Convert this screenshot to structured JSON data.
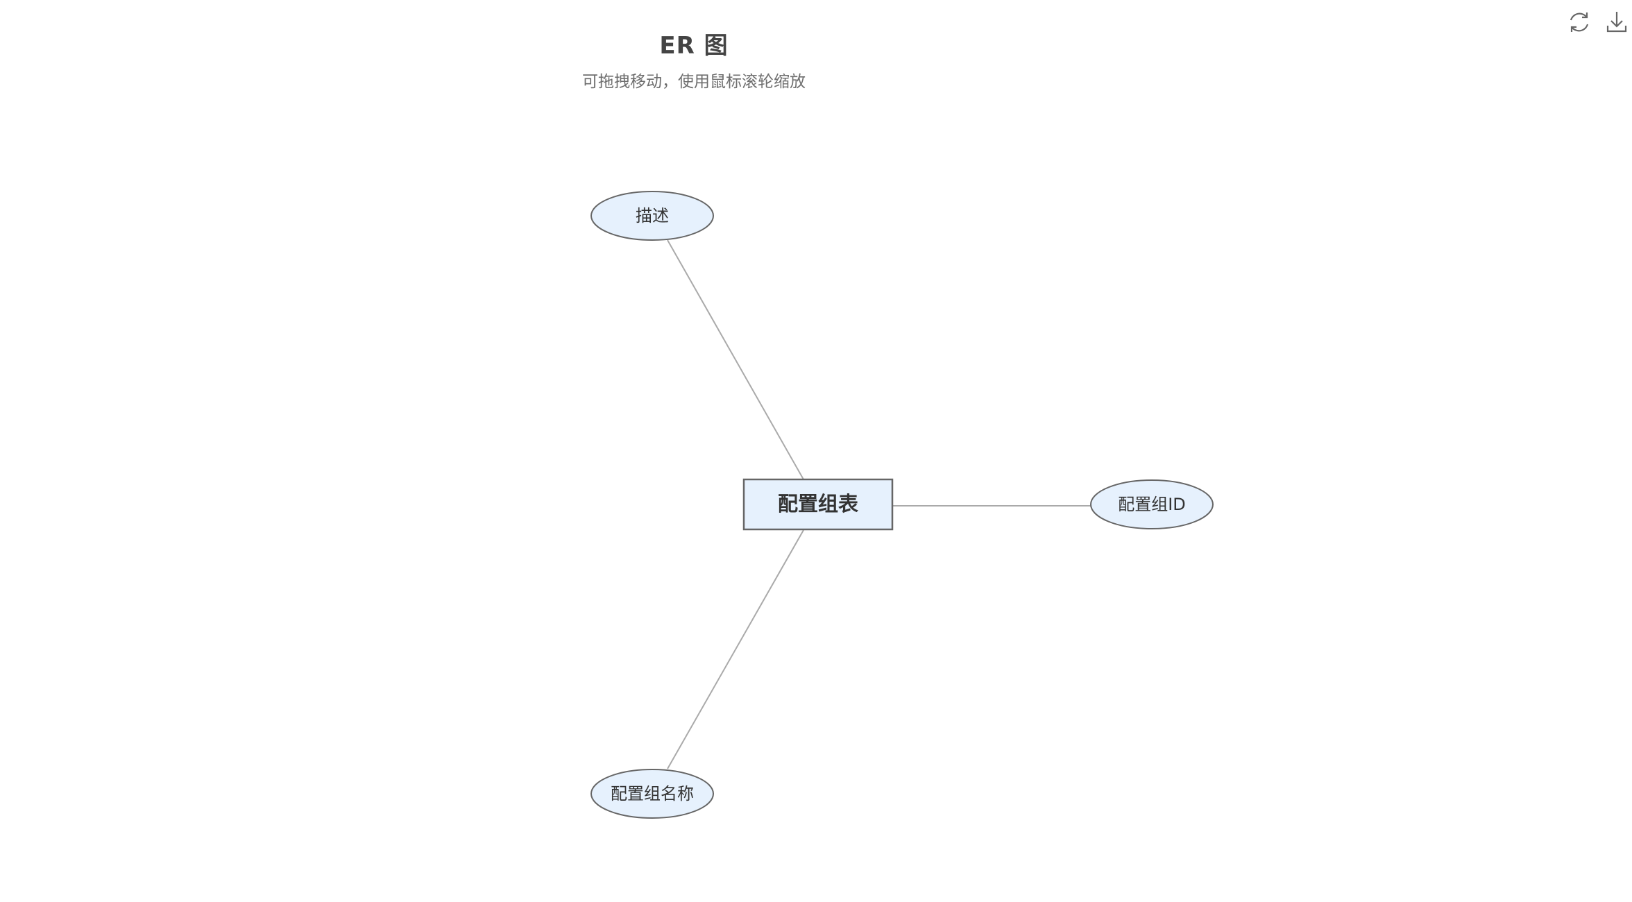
{
  "header": {
    "title": "ER 图",
    "subtitle": "可拖拽移动，使用鼠标滚轮缩放"
  },
  "toolbar": {
    "restore_icon": "refresh-icon",
    "save_icon": "download-icon"
  },
  "diagram": {
    "entity": {
      "label": "配置组表"
    },
    "attributes": [
      {
        "id": "desc",
        "label": "描述"
      },
      {
        "id": "id",
        "label": "配置组ID"
      },
      {
        "id": "name",
        "label": "配置组名称"
      }
    ]
  },
  "colors": {
    "entity_fill": "#e6f1fd",
    "entity_border": "#666666",
    "attribute_fill": "#e6f1fd",
    "attribute_border": "#666666",
    "edge": "#aaaaaa",
    "text": "#333333",
    "icon": "#666666"
  }
}
